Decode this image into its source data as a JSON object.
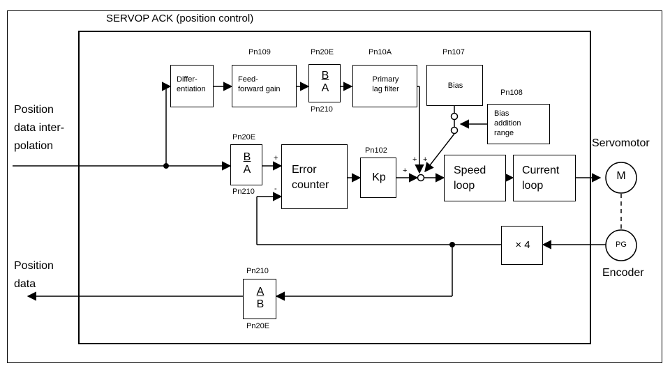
{
  "title": "SERVOP ACK  (position  control)",
  "inputs": {
    "position_input": [
      "Position",
      "data inter-",
      "polation"
    ],
    "position_output": [
      "Position",
      "data"
    ]
  },
  "blocks": {
    "differentiation": [
      "Differ-",
      "entiation"
    ],
    "feedforward_gain": [
      "Feed-",
      "forward  gain"
    ],
    "ff_ratio": {
      "num": "B",
      "den": "A"
    },
    "primary_lag_filter": [
      "Primary",
      "lag  filter"
    ],
    "bias": "Bias",
    "bias_addition_range": [
      "Bias",
      "addition",
      "range"
    ],
    "input_ratio": {
      "num": "B",
      "den": "A"
    },
    "error_counter": [
      "Error",
      "counter"
    ],
    "kp": "Kp",
    "speed_loop": [
      "Speed",
      "loop"
    ],
    "current_loop": [
      "Current",
      "loop"
    ],
    "multiplier": "× 4",
    "output_ratio": {
      "num": "A",
      "den": "B"
    }
  },
  "params": {
    "pn109": "Pn109",
    "pn20e_ff": "Pn20E",
    "pn210_ff": "Pn210",
    "pn10a": "Pn10A",
    "pn107": "Pn107",
    "pn108": "Pn108",
    "pn20e_in": "Pn20E",
    "pn210_in": "Pn210",
    "pn102": "Pn102",
    "pn210_out": "Pn210",
    "pn20e_out": "Pn20E"
  },
  "signs": {
    "ec_plus": "+",
    "ec_minus": "-",
    "sum_plus_kp": "+",
    "sum_plus_ff": "+",
    "sum_plus_bias": "+"
  },
  "devices": {
    "servomotor_label": "Servomotor",
    "motor_symbol": "M",
    "encoder_symbol": "PG",
    "encoder_label": "Encoder"
  }
}
